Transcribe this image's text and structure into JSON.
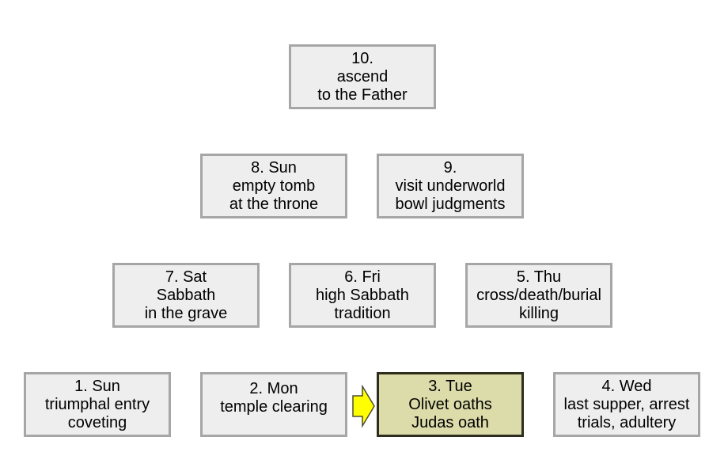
{
  "diagram": {
    "boxes": [
      {
        "id": "b10",
        "lines": [
          "10.",
          "ascend",
          "to the Father"
        ]
      },
      {
        "id": "b8",
        "lines": [
          "8. Sun",
          "empty tomb",
          "at the throne"
        ]
      },
      {
        "id": "b9",
        "lines": [
          "9.",
          "visit underworld",
          "bowl judgments"
        ]
      },
      {
        "id": "b7",
        "lines": [
          "7. Sat",
          "Sabbath",
          "in the grave"
        ]
      },
      {
        "id": "b6",
        "lines": [
          "6. Fri",
          "high Sabbath",
          "tradition"
        ]
      },
      {
        "id": "b5",
        "lines": [
          "5. Thu",
          "cross/death/burial",
          "killing"
        ]
      },
      {
        "id": "b1",
        "lines": [
          "1. Sun",
          "triumphal entry",
          "coveting"
        ]
      },
      {
        "id": "b2",
        "lines": [
          "2. Mon",
          "temple clearing"
        ]
      },
      {
        "id": "b3",
        "lines": [
          "3. Tue",
          "Olivet oaths",
          "Judas oath"
        ],
        "highlighted": true
      },
      {
        "id": "b4",
        "lines": [
          "4. Wed",
          "last supper, arrest",
          "trials, adultery"
        ]
      }
    ],
    "colors": {
      "box_fill": "#eeeeee",
      "box_border": "#a6a6a6",
      "highlight_fill": "#dcdcaa",
      "highlight_border": "#2e2e1f",
      "arrow_fill": "#ffff00",
      "arrow_stroke": "#4d4d33"
    },
    "arrow_icon": "right-arrow-icon"
  }
}
